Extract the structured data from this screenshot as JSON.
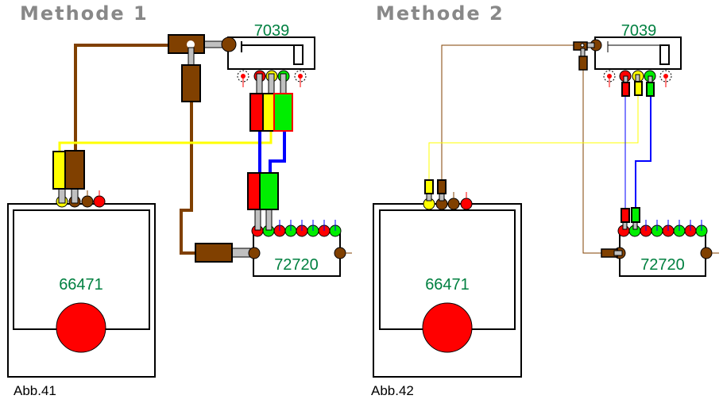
{
  "figures": [
    {
      "title": "Methode 1",
      "caption": "Abb.41",
      "switch_label": "7039",
      "base_label": "66471",
      "decoder_label": "72720"
    },
    {
      "title": "Methode 2",
      "caption": "Abb.42",
      "switch_label": "7039",
      "base_label": "66471",
      "decoder_label": "72720"
    }
  ],
  "colors": {
    "brown": "#804000",
    "red": "#ff0000",
    "green": "#00ee00",
    "yellow": "#ffff00",
    "blue": "#0000ff",
    "grey": "#c0c0c0",
    "label_green": "#008040"
  }
}
